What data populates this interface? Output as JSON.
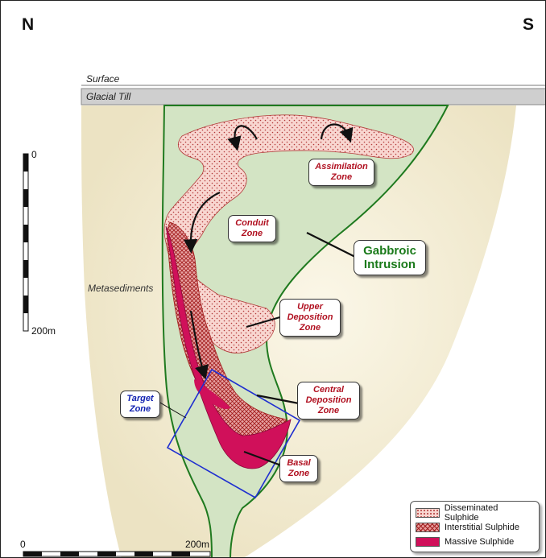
{
  "compass": {
    "north": "N",
    "south": "S"
  },
  "layers": {
    "surface": "Surface",
    "glacial_till": "Glacial Till"
  },
  "host_rock_label": "Metasediments",
  "zones": {
    "assimilation": [
      "Assimilation",
      "Zone"
    ],
    "conduit": [
      "Conduit",
      "Zone"
    ],
    "gabbroic": [
      "Gabbroic",
      "Intrusion"
    ],
    "upper_deposition": [
      "Upper",
      "Deposition",
      "Zone"
    ],
    "target": [
      "Target",
      "Zone"
    ],
    "central_deposition": [
      "Central",
      "Deposition",
      "Zone"
    ],
    "basal": [
      "Basal",
      "Zone"
    ]
  },
  "vertical_scale": {
    "top": "0",
    "bottom": "200m"
  },
  "horizontal_scale": {
    "left": "0",
    "right": "200m"
  },
  "legend": {
    "disseminated": "Disseminated Sulphide",
    "interstitial": "Interstitial Sulphide",
    "massive": "Massive Sulphide"
  },
  "colors": {
    "metasediments": "#efe8cc",
    "gabbro": "#d3e4c4",
    "intrusion_outline": "#1f7a1f",
    "disseminated": "#f8d6d0",
    "interstitial": "#e89a9a",
    "massive": "#d0105a",
    "target_box": "#1f2fd0"
  }
}
